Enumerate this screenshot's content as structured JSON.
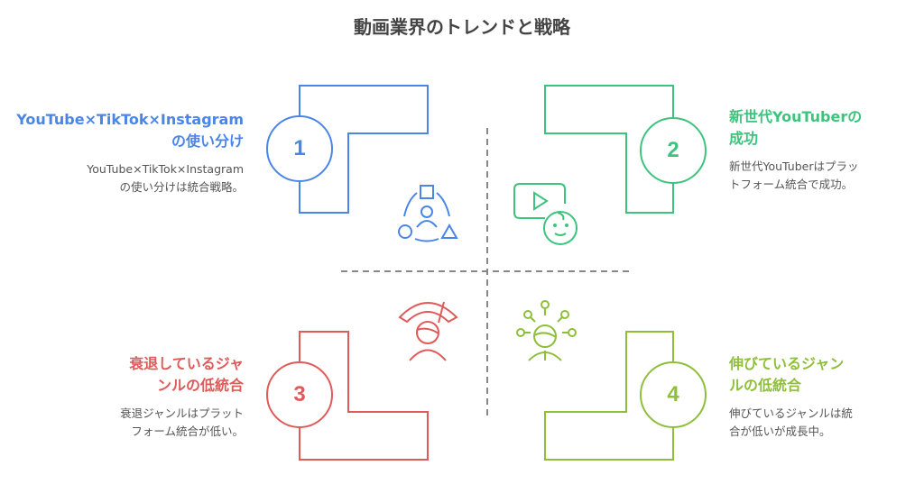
{
  "title": "動画業界のトレンドと戦略",
  "colors": {
    "blue": "#4a86e8",
    "green": "#3cc47c",
    "red": "#e05a5a",
    "lime": "#8fbf3a"
  },
  "quadrants": [
    {
      "number": "1",
      "heading_line1": "YouTube×TikTok×Instagram",
      "heading_line2": "の使い分け",
      "desc_line1": "YouTube×TikTok×Instagram",
      "desc_line2": "の使い分けは統合戦略。",
      "icon": "shapes-person-icon"
    },
    {
      "number": "2",
      "heading_line1": "新世代YouTuberの",
      "heading_line2": "成功",
      "desc_line1": "新世代YouTuberはプラッ",
      "desc_line2": "トフォーム統合で成功。",
      "icon": "video-baby-icon"
    },
    {
      "number": "3",
      "heading_line1": "衰退しているジャ",
      "heading_line2": "ンルの低統合",
      "desc_line1": "衰退ジャンルはプラット",
      "desc_line2": "フォーム統合が低い。",
      "icon": "gauge-person-icon"
    },
    {
      "number": "4",
      "heading_line1": "伸びているジャン",
      "heading_line2": "ルの低統合",
      "desc_line1": "伸びているジャンルは統",
      "desc_line2": "合が低いが成長中。",
      "icon": "connected-person-icon"
    }
  ]
}
